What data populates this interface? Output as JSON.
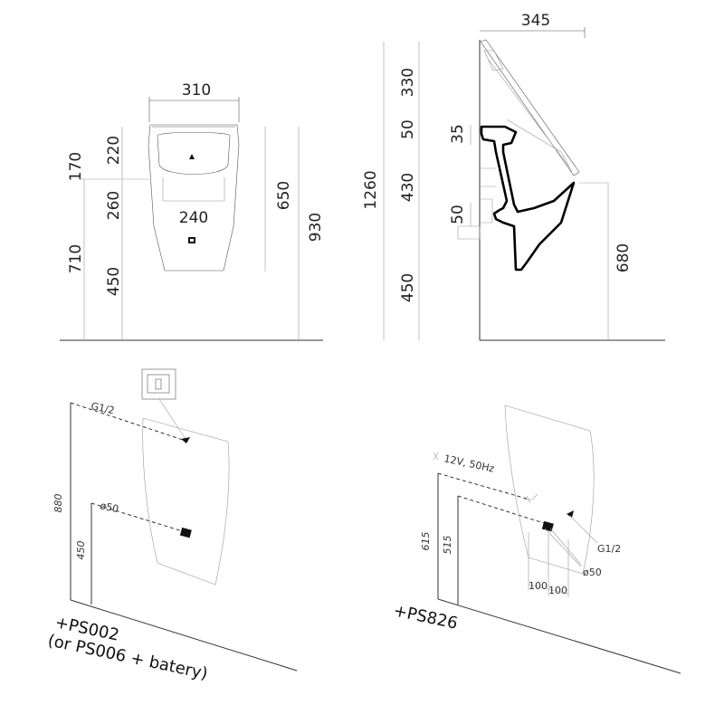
{
  "front_view": {
    "width": "310",
    "inner_width": "240",
    "dim_170": "170",
    "dim_710": "710",
    "dim_220": "220",
    "dim_260": "260",
    "dim_450": "450",
    "dim_650": "650",
    "dim_930": "930"
  },
  "side_view": {
    "depth": "345",
    "dim_1260": "1260",
    "dim_330": "330",
    "dim_50_top": "50",
    "dim_430": "430",
    "dim_450": "450",
    "dim_35": "35",
    "dim_50_mid": "50",
    "dim_680": "680"
  },
  "install_left": {
    "water_label": "G1/2",
    "waste_label": "ø50",
    "dim_880": "880",
    "dim_450": "450",
    "product_line1": "+PS002",
    "product_line2": "(or PS006 + batery)"
  },
  "install_right": {
    "power_label": "12V, 50Hz",
    "water_label": "G1/2",
    "waste_label": "ø50",
    "dim_615": "615",
    "dim_515": "515",
    "dim_100_a": "100",
    "dim_100_b": "100",
    "product_line1": "+PS826"
  }
}
